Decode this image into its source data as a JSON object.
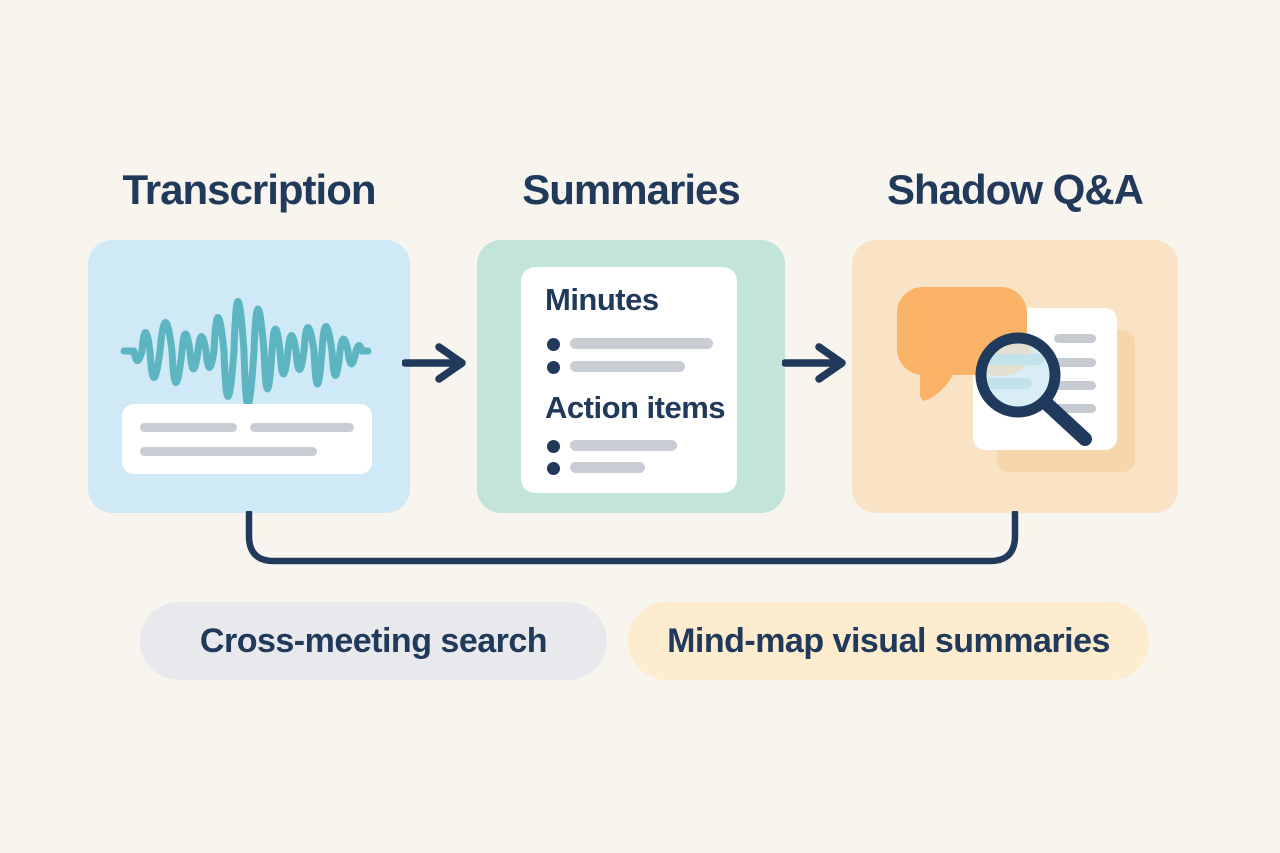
{
  "diagram": {
    "type": "flow",
    "description_visible_text_only": true
  },
  "flow": {
    "steps": [
      {
        "title": "Transcription",
        "icon": "audio-waveform-icon"
      },
      {
        "title": "Summaries",
        "icon": "summary-list",
        "card": {
          "sections": [
            {
              "heading": "Minutes",
              "bullet_lines": 2
            },
            {
              "heading": "Action items",
              "bullet_lines": 2
            }
          ]
        }
      },
      {
        "title": "Shadow Q&A",
        "icon": "chat-bubble-and-magnifier"
      }
    ],
    "arrows": 2,
    "connector": "bracket joining step 1 and step 3 bottoms"
  },
  "feature_pills": [
    {
      "label": "Cross-meeting search",
      "style": "gray"
    },
    {
      "label": "Mind-map visual summaries",
      "style": "peach"
    }
  ],
  "palette": {
    "background": "#f8f5ef",
    "navy_text": "#21395a",
    "card_blue": "#cfe9f7",
    "card_mint": "#c2e4da",
    "card_peach": "#fae3c5",
    "waveform_teal": "#5cb5c1",
    "gray_text_bar": "#c8cdd3",
    "bubble_orange": "#f9b266",
    "lens_blue": "#d9edf4",
    "shadow_card_peach": "#f6d7ab",
    "pill_gray": "#e7e9ec",
    "pill_peach": "#fdeccd",
    "white": "#ffffff"
  }
}
